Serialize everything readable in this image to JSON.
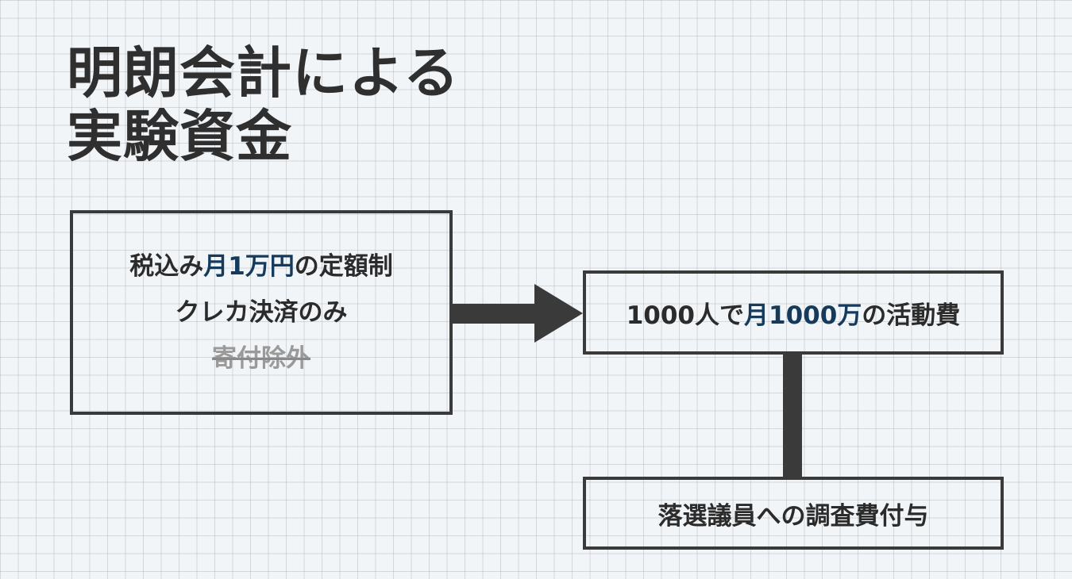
{
  "title": {
    "line1": "明朗会計による",
    "line2": "実験資金"
  },
  "left_box": {
    "line1": {
      "prefix": "税込み",
      "highlight": "月1万円",
      "suffix": "の定額制"
    },
    "line2": "クレカ決済のみ",
    "line3_struck": "寄付除外"
  },
  "middle_box": {
    "prefix": "1000人で",
    "highlight": "月1000万",
    "suffix": "の活動費"
  },
  "bottom_box": {
    "text": "落選議員への調査費付与"
  },
  "colors": {
    "background": "#f2f5f7",
    "grid_line": "#b4bbc2",
    "text": "#2b2b2b",
    "highlight": "#163a5c",
    "struck_text": "#9a9a9a",
    "box_border": "#3a3a3a",
    "arrow": "#3a3a3a"
  },
  "connectors": {
    "left_to_middle": "arrow-right",
    "middle_to_bottom": "vertical-line"
  }
}
